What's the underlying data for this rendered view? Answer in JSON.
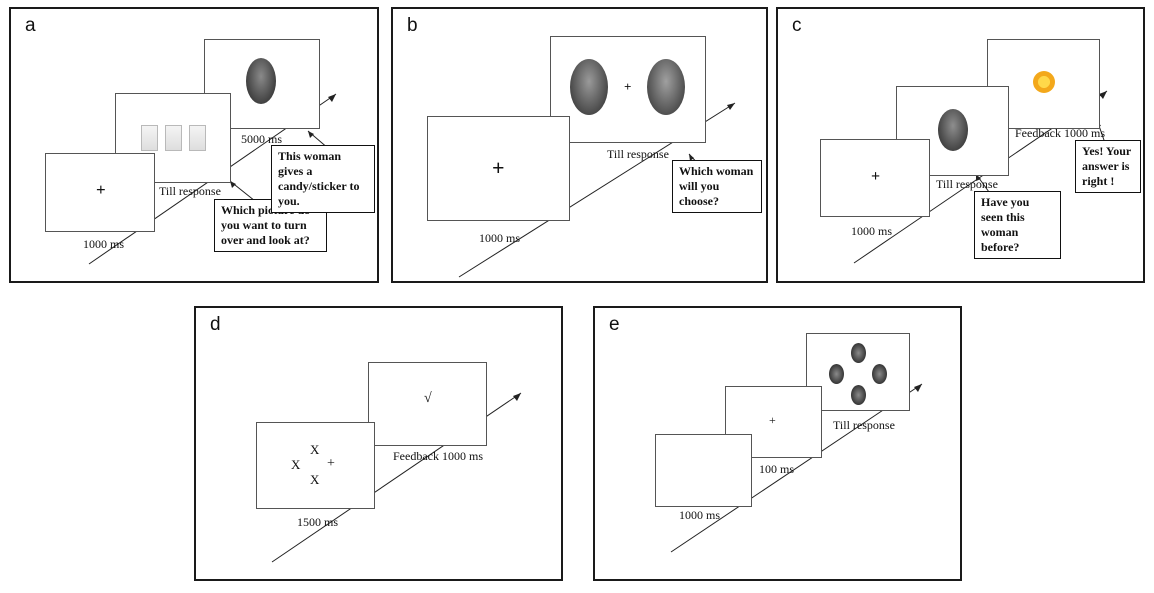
{
  "panels": {
    "a": {
      "label": "a",
      "durations": [
        "1000 ms",
        "Till response",
        "5000 ms"
      ],
      "fixation": "+",
      "questions": [
        "Which picture do you want to turn over and look at?",
        "This woman gives a candy/sticker to you."
      ]
    },
    "b": {
      "label": "b",
      "durations": [
        "1000 ms",
        "Till response"
      ],
      "fixation": "+",
      "center_cross": "+",
      "questions": [
        "Which woman will you choose?"
      ]
    },
    "c": {
      "label": "c",
      "durations": [
        "1000 ms",
        "Till response",
        "Feedback 1000 ms"
      ],
      "fixation": "+",
      "questions": [
        "Have you seen this woman before?",
        "Yes! Your answer is right !"
      ]
    },
    "d": {
      "label": "d",
      "durations": [
        "1500 ms",
        "Feedback 1000 ms"
      ],
      "glyphs": [
        "X",
        "X",
        "+",
        "X"
      ],
      "check": "√"
    },
    "e": {
      "label": "e",
      "durations": [
        "1000 ms",
        "100 ms",
        "Till response"
      ],
      "fixation": "+"
    }
  }
}
